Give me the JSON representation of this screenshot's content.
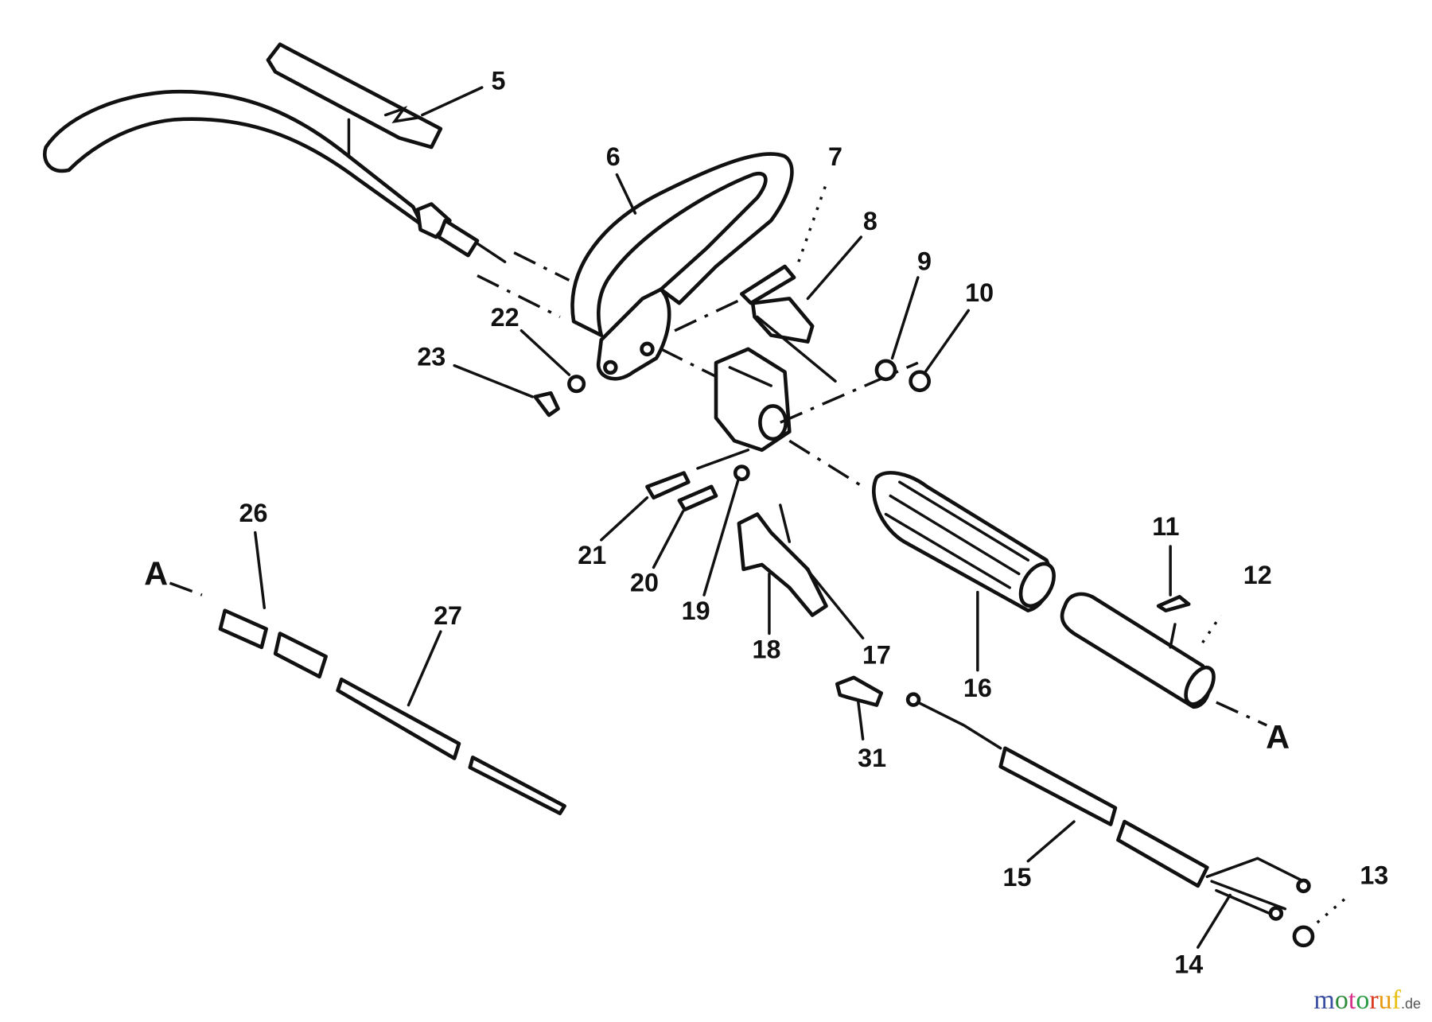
{
  "diagram": {
    "type": "exploded parts diagram",
    "callouts": [
      "5",
      "6",
      "7",
      "8",
      "9",
      "10",
      "22",
      "23",
      "26",
      "A",
      "27",
      "21",
      "20",
      "19",
      "18",
      "17",
      "16",
      "11",
      "12",
      "A",
      "31",
      "15",
      "13",
      "14"
    ]
  },
  "watermark": {
    "letters": [
      "m",
      "o",
      "t",
      "o",
      "r",
      "u",
      "f"
    ],
    "colors": [
      "#3b4fa0",
      "#2e8b3a",
      "#d9308a",
      "#2a9a45",
      "#d93a20",
      "#e89a10",
      "#e8c010"
    ],
    "suffix": ".de"
  }
}
